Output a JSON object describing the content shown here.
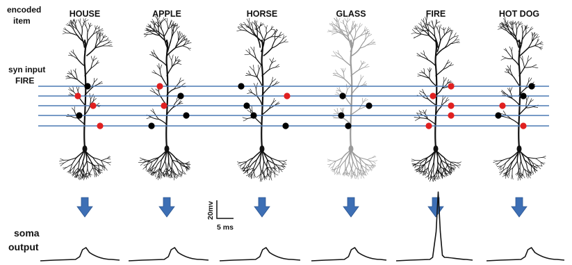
{
  "labels": {
    "encoded_item": [
      "encoded",
      "item"
    ],
    "syn_input": [
      "syn input",
      "FIRE"
    ],
    "soma_output": [
      "soma",
      "output"
    ],
    "scale_mv": "20mv",
    "scale_ms": "5 ms"
  },
  "items": [
    {
      "name": "HOUSE",
      "response": "small",
      "synapses": [
        [
          "black",
          4,
          0
        ],
        [
          "red",
          -10,
          1
        ],
        [
          "red",
          12,
          2
        ],
        [
          "black",
          -8,
          3
        ],
        [
          "red",
          22,
          4
        ]
      ]
    },
    {
      "name": "APPLE",
      "response": "small",
      "synapses": [
        [
          "red",
          -10,
          0
        ],
        [
          "black",
          20,
          1
        ],
        [
          "red",
          -4,
          2
        ],
        [
          "black",
          28,
          3
        ],
        [
          "black",
          -22,
          4
        ]
      ]
    },
    {
      "name": "HORSE",
      "response": "small",
      "synapses": [
        [
          "black",
          -30,
          0
        ],
        [
          "red",
          36,
          1
        ],
        [
          "black",
          -22,
          2
        ],
        [
          "black",
          -12,
          3
        ],
        [
          "black",
          34,
          4
        ]
      ]
    },
    {
      "name": "GLASS",
      "response": "small",
      "synapses": [
        [
          "black",
          -12,
          1
        ],
        [
          "black",
          26,
          2
        ],
        [
          "black",
          -14,
          3
        ],
        [
          "black",
          -4,
          4
        ]
      ]
    },
    {
      "name": "FIRE",
      "response": "spike",
      "synapses": [
        [
          "red",
          22,
          0
        ],
        [
          "red",
          -4,
          1
        ],
        [
          "red",
          22,
          2
        ],
        [
          "red",
          22,
          3
        ],
        [
          "red",
          -10,
          4
        ]
      ]
    },
    {
      "name": "HOT DOG",
      "response": "small",
      "synapses": [
        [
          "black",
          18,
          0
        ],
        [
          "black",
          6,
          1
        ],
        [
          "red",
          -24,
          2
        ],
        [
          "black",
          -30,
          3
        ],
        [
          "red",
          6,
          4
        ]
      ]
    }
  ],
  "colors": {
    "line": "#4a78b4",
    "arrow": "#3d6fb5",
    "synapse_red": "#e02020",
    "synapse_black": "#000000",
    "dendrite": "#111111",
    "dendrite_faint": "#9a9a9a"
  }
}
